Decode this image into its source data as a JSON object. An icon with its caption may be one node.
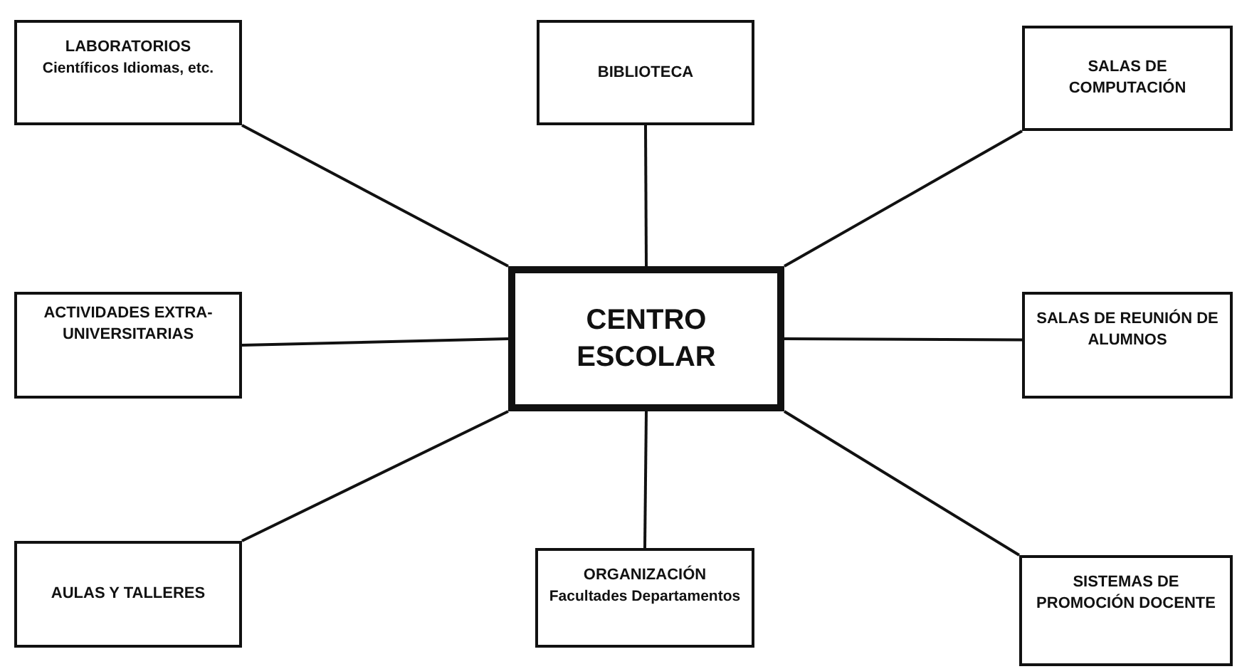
{
  "diagram": {
    "nodes": [
      {
        "text": [
          "LABORATORIOS",
          "Científicos Idiomas, etc."
        ]
      },
      {
        "text": [
          "BIBLIOTECA"
        ]
      },
      {
        "text": [
          "SALAS DE COMPUTACIÓN"
        ]
      },
      {
        "text": [
          "ACTIVIDADES EXTRA-UNIVERSITARIAS"
        ]
      },
      {
        "text": [
          "CENTRO ESCOLAR"
        ]
      },
      {
        "text": [
          "SALAS DE REUNIÓN DE ALUMNOS"
        ]
      },
      {
        "text": [
          "AULAS Y TALLERES"
        ]
      },
      {
        "text": [
          "ORGANIZACIÓN",
          "Facultades Departamentos"
        ]
      },
      {
        "text": [
          "SISTEMAS DE PROMOCIÓN DOCENTE"
        ]
      }
    ],
    "edges": [
      {
        "from": 4,
        "to": 0,
        "arrow": "none"
      },
      {
        "from": 4,
        "to": 1,
        "arrow": "none"
      },
      {
        "from": 4,
        "to": 2,
        "arrow": "none"
      },
      {
        "from": 4,
        "to": 3,
        "arrow": "none"
      },
      {
        "from": 4,
        "to": 5,
        "arrow": "none"
      },
      {
        "from": 4,
        "to": 6,
        "arrow": "none"
      },
      {
        "from": 4,
        "to": 7,
        "arrow": "none"
      },
      {
        "from": 4,
        "to": 8,
        "arrow": "none"
      }
    ]
  }
}
